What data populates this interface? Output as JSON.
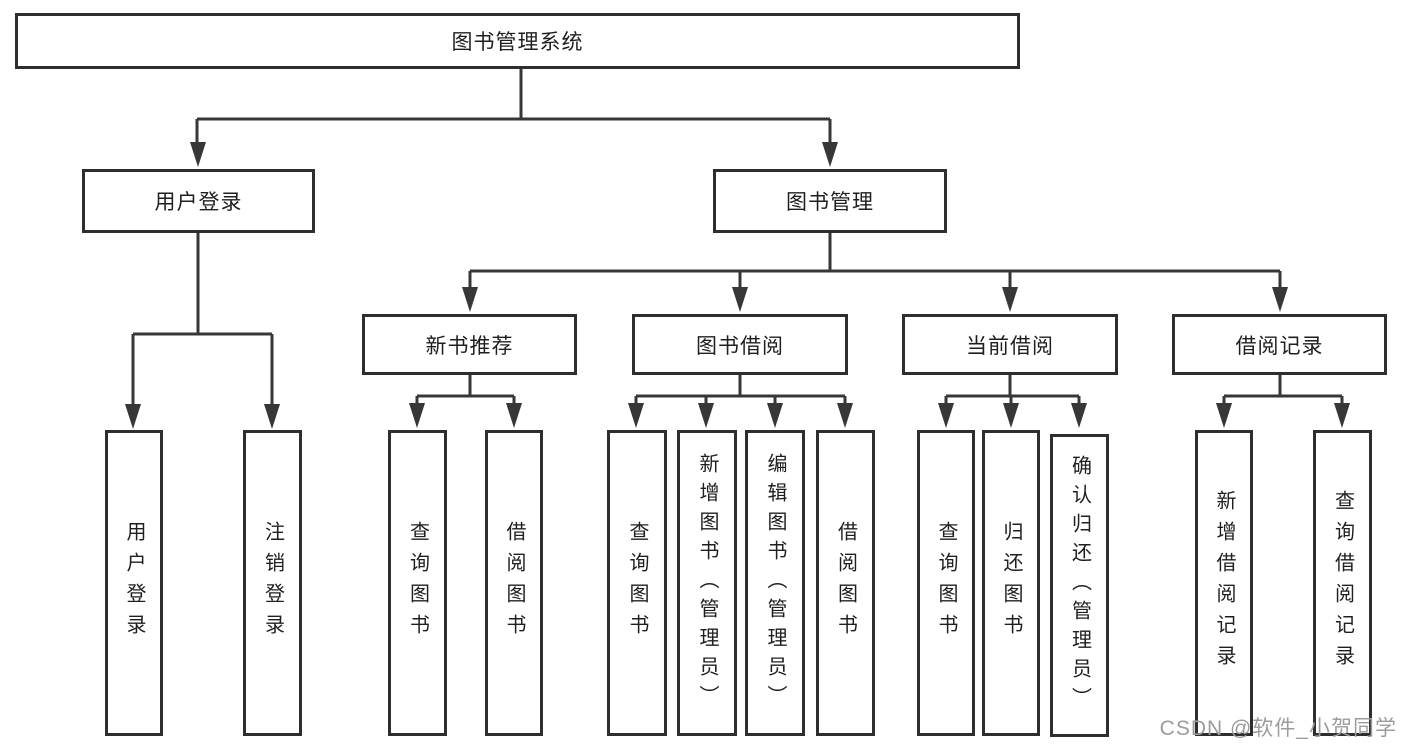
{
  "tree": {
    "root": "图书管理系统",
    "branches": [
      {
        "label": "用户登录",
        "children": [
          "用户登录",
          "注销登录"
        ]
      },
      {
        "label": "图书管理",
        "children": [
          {
            "label": "新书推荐",
            "children": [
              "查询图书",
              "借阅图书"
            ]
          },
          {
            "label": "图书借阅",
            "children": [
              "查询图书",
              "新增图书（管理员）",
              "编辑图书（管理员）",
              "借阅图书"
            ]
          },
          {
            "label": "当前借阅",
            "children": [
              "查询图书",
              "归还图书",
              "确认归还（管理员）"
            ]
          },
          {
            "label": "借阅记录",
            "children": [
              "新增借阅记录",
              "查询借阅记录"
            ]
          }
        ]
      }
    ]
  },
  "watermark": "CSDN @软件_小贺同学",
  "colors": {
    "line": "#373737",
    "box_border": "#2e2e2e",
    "box_fill": "#ffffff",
    "text": "#1f1f1f",
    "watermark": "#9c9c9c"
  }
}
